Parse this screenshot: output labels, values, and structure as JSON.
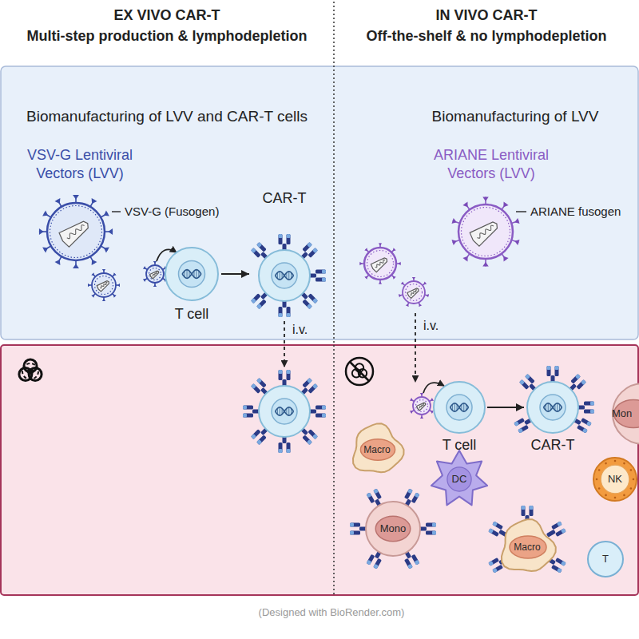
{
  "diagram": {
    "caption": "(Designed with BioRender.com)",
    "nodes": [
      {
        "text": [
          "Biomanufacturing of LVV and CAR-T cells",
          "Biomanufacturing of LVV"
        ]
      },
      {
        "text": [
          "T cell"
        ],
        "in": 0
      },
      {
        "text": [
          "CAR-T"
        ],
        "in": 0
      },
      {
        "text": [
          "T cell"
        ]
      },
      {
        "text": [
          "CAR-T"
        ]
      },
      {
        "text": [
          "Mon"
        ]
      },
      {
        "text": [
          "Macro"
        ]
      },
      {
        "text": [
          "DC"
        ]
      },
      {
        "text": [
          "NK"
        ]
      },
      {
        "text": [
          "Mono"
        ]
      },
      {
        "text": [
          "Macro"
        ]
      },
      {
        "text": [
          "T"
        ]
      }
    ],
    "edges": [
      {
        "from": 1,
        "to": 2,
        "arrow": "to"
      },
      {
        "from": 3,
        "to": 4,
        "arrow": "to"
      }
    ],
    "labels": [
      "EX VIVO CAR-T",
      "Multi-step production & lymphodepletion",
      "IN VIVO CAR-T",
      "Off-the-shelf & no lymphodepletion",
      "VSV-G Lentiviral Vectors (LVV)",
      "VSV-G (Fusogen)",
      "ARIANE Lentiviral Vectors (LVV)",
      "ARIANE fusogen",
      "i.v.",
      "i.v."
    ]
  }
}
